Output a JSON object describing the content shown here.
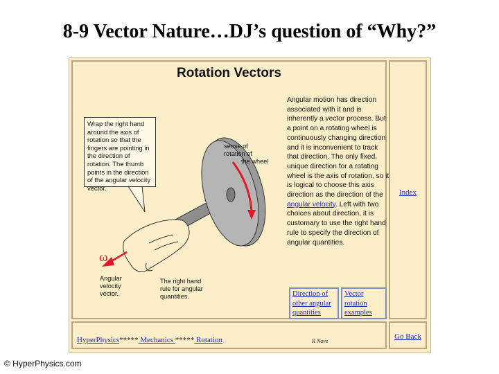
{
  "slide": {
    "title": "8-9 Vector Nature…DJ’s question of “Why?”",
    "copyright": "© HyperPhysics.com"
  },
  "page": {
    "heading": "Rotation Vectors",
    "explanation_pre": "Angular motion has direction associated with it and is inherently a vector process. But a point on a rotating wheel is continuously changing direction and it is inconvenient to track that direction. The only fixed, unique direction for a rotating wheel is the axis of rotation, so it is logical to choose this axis direction as the direction of the ",
    "explanation_link": "angular velocity",
    "explanation_post": ". Left with two choices about direction, it is customary to use the right hand rule to specify the direction of angular quantities."
  },
  "diagram": {
    "callout": "Wrap the right hand around the axis of rotation so that the fingers are pointing in the direction of rotation. The thumb points in the direction of the angular velocity vector.",
    "sense_label": [
      "sense of",
      "rotation of",
      "the wheel"
    ],
    "omega": "ω",
    "vector_label": [
      "Angular",
      "velocity",
      "vector."
    ],
    "rule_label": [
      "The right hand",
      "rule for angular",
      "quantities."
    ]
  },
  "related": {
    "left": [
      "Direction of",
      "other angular",
      "quantities"
    ],
    "right": [
      "Vector",
      "rotation",
      "examples"
    ]
  },
  "sidebar": {
    "index": "Index"
  },
  "footer": {
    "hyperphysics": "HyperPhysics",
    "stars1": "*****",
    "mechanics": " Mechanics ",
    "stars2": "*****",
    "rotation": " Rotation",
    "author": "R Nave",
    "go_back": "Go Back"
  },
  "colors": {
    "background": "#fbeec9",
    "link": "#1a29b8",
    "wheel": "#a9a9a9",
    "arrow": "#e0182a"
  }
}
